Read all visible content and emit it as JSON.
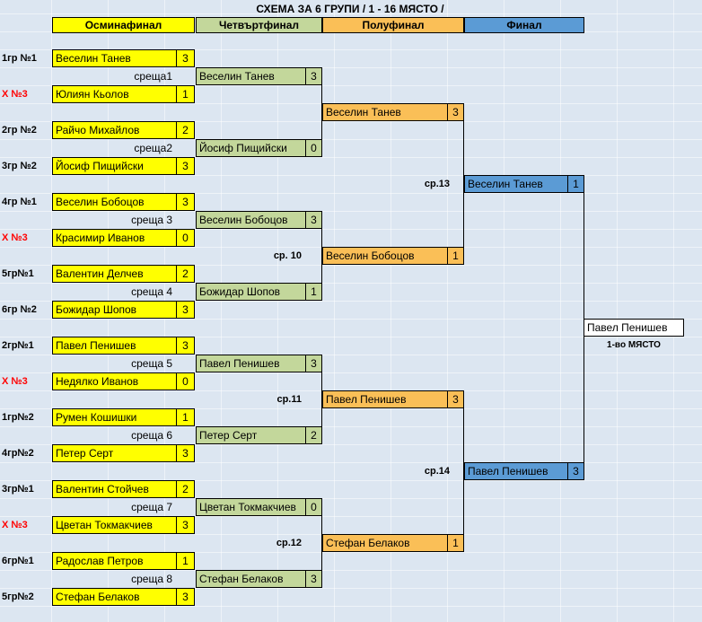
{
  "title": "СХЕМА ЗА 6 ГРУПИ  / 1 - 16  МЯСТО /",
  "colors": {
    "background": "#dce6f1",
    "round16_fill": "#ffff00",
    "quarterfinal_fill": "#c3d79b",
    "semifinal_fill": "#fabf57",
    "final_fill": "#5b9bd5",
    "champion_fill": "#ffffff",
    "special_seed_text": "#ff0000",
    "line_color": "#000000"
  },
  "headers": {
    "round16": "Осминафинал",
    "quarterfinal": "Четвъртфинал",
    "semifinal": "Полуфинал",
    "final": "Финал"
  },
  "r16": [
    {
      "seed1": "1гр №1",
      "name1": "Веселин Танев",
      "score1": "3",
      "match": "среща1",
      "seed2": "Х №3",
      "name2": "Юлиян Кьолов",
      "score2": "1"
    },
    {
      "seed1": "2гр №2",
      "name1": "Райчо Михайлов",
      "score1": "2",
      "match": "среща2",
      "seed2": "3гр №2",
      "name2": "Йосиф Пищийски",
      "score2": "3"
    },
    {
      "seed1": "4гр №1",
      "name1": "Веселин Бобоцов",
      "score1": "3",
      "match": "среща 3",
      "seed2": "Х №3",
      "name2": "Красимир Иванов",
      "score2": "0"
    },
    {
      "seed1": "5гр№1",
      "name1": "Валентин Делчев",
      "score1": "2",
      "match": "среща 4",
      "seed2": "6гр №2",
      "name2": "Божидар Шопов",
      "score2": "3"
    },
    {
      "seed1": "2гр№1",
      "name1": "Павел Пенишев",
      "score1": "3",
      "match": "среща 5",
      "seed2": "Х №3",
      "name2": "Недялко Иванов",
      "score2": "0"
    },
    {
      "seed1": "1гр№2",
      "name1": "Румен Кошишки",
      "score1": "1",
      "match": "среща 6",
      "seed2": "4гр№2",
      "name2": "Петер Серт",
      "score2": "3"
    },
    {
      "seed1": "3гр№1",
      "name1": "Валентин Стойчев",
      "score1": "2",
      "match": "среща 7",
      "seed2": "Х №3",
      "name2": "Цветан Токмакчиев",
      "score2": "3"
    },
    {
      "seed1": "6гр№1",
      "name1": "Радослав Петров",
      "score1": "1",
      "match": "среща 8",
      "seed2": "5гр№2",
      "name2": "Стефан Белаков",
      "score2": "3"
    }
  ],
  "qf": [
    {
      "name": "Веселин Танев",
      "score": "3"
    },
    {
      "name": "Йосиф Пищийски",
      "score": "0"
    },
    {
      "name": "Веселин Бобоцов",
      "score": "3"
    },
    {
      "name": "Божидар Шопов",
      "score": "1"
    },
    {
      "name": "Павел Пенишев",
      "score": "3"
    },
    {
      "name": "Петер Серт",
      "score": "2"
    },
    {
      "name": "Цветан Токмакчиев",
      "score": "0"
    },
    {
      "name": "Стефан Белаков",
      "score": "3"
    }
  ],
  "sf": [
    {
      "name": "Веселин Танев",
      "score": "3",
      "match": ""
    },
    {
      "name": "Веселин Бобоцов",
      "score": "1",
      "match": "ср. 10"
    },
    {
      "name": "Павел Пенишев",
      "score": "3",
      "match": "ср.11"
    },
    {
      "name": "Стефан Белаков",
      "score": "1",
      "match": "ср.12"
    }
  ],
  "final": [
    {
      "name": "Веселин Танев",
      "score": "1",
      "match": "ср.13"
    },
    {
      "name": "Павел Пенишев",
      "score": "3",
      "match": "ср.14"
    }
  ],
  "champion": {
    "name": "Павел Пенишев",
    "place": "1-во МЯСТО"
  }
}
